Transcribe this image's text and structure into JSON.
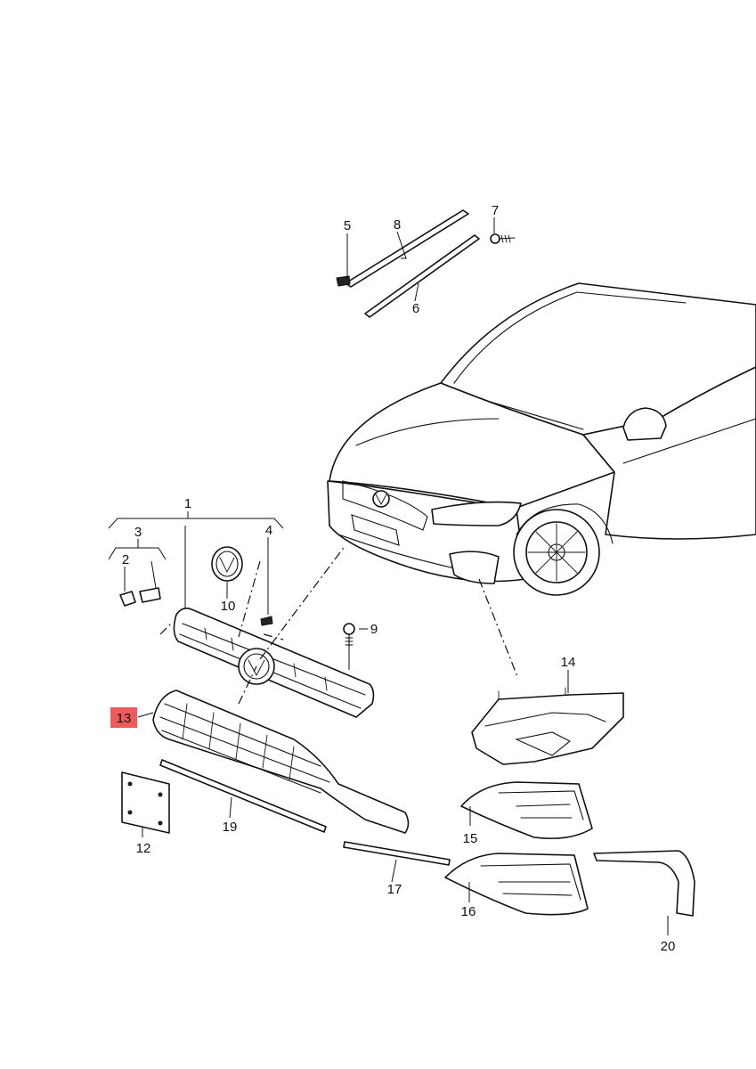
{
  "callouts": {
    "p1": "1",
    "p2": "2",
    "p3": "3",
    "p4": "4",
    "p5": "5",
    "p6": "6",
    "p7": "7",
    "p8": "8",
    "p9": "9",
    "p10": "10",
    "p12": "12",
    "p13": "13",
    "p14": "14",
    "p15": "15",
    "p16": "16",
    "p17": "17",
    "p19": "19",
    "p20": "20"
  },
  "highlight": {
    "part": "13",
    "color": "#f05a5a"
  }
}
